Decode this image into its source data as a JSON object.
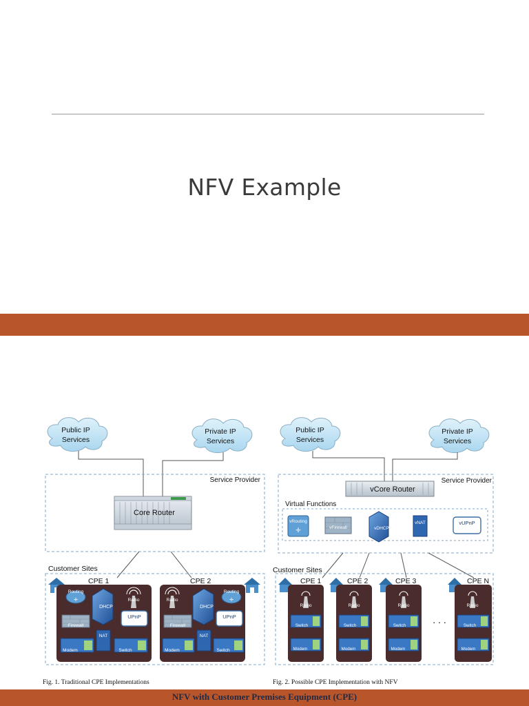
{
  "slide": {
    "title": "NFV Example",
    "footer": "NFV with Customer Premises Equipment (CPE)"
  },
  "colors": {
    "accent": "#b9552b",
    "cloud": "#bfe2f5",
    "cpe_bg": "#4a2c2c",
    "device_blue": "#3b78c4"
  },
  "fig1": {
    "caption": "Fig. 1.  Traditional CPE Implementations",
    "public_cloud": [
      "Public IP",
      "Services"
    ],
    "private_cloud": [
      "Private IP",
      "Services"
    ],
    "service_provider": "Service Provider",
    "core_router": "Core Router",
    "customer_sites": "Customer Sites",
    "cpe1": "CPE 1",
    "cpe2": "CPE 2",
    "devices": {
      "routing": "Routing",
      "dhcp": "DHCP",
      "radio": "Radio",
      "firewall": "Firewall",
      "upnp": "UPnP",
      "modem": "Modem",
      "nat": "NAT",
      "switch": "Switch"
    }
  },
  "fig2": {
    "caption": "Fig. 2.  Possible CPE Implementation with NFV",
    "public_cloud": [
      "Public IP",
      "Services"
    ],
    "private_cloud": [
      "Private IP",
      "Services"
    ],
    "service_provider": "Service Provider",
    "vcore_router": "vCore Router",
    "virtual_functions": "Virtual Functions",
    "vfuncs": {
      "vrouting": "vRouting",
      "vfirewall": "vFirewall",
      "vdhcp": "vDHCP",
      "vnat": "vNAT",
      "vupnp": "vUPnP"
    },
    "customer_sites": "Customer Sites",
    "cpe1": "CPE 1",
    "cpe2": "CPE 2",
    "cpe3": "CPE 3",
    "cpen": "CPE N",
    "ellipsis": ". . .",
    "devices": {
      "radio": "Radio",
      "switch": "Switch",
      "modem": "Modem"
    }
  }
}
